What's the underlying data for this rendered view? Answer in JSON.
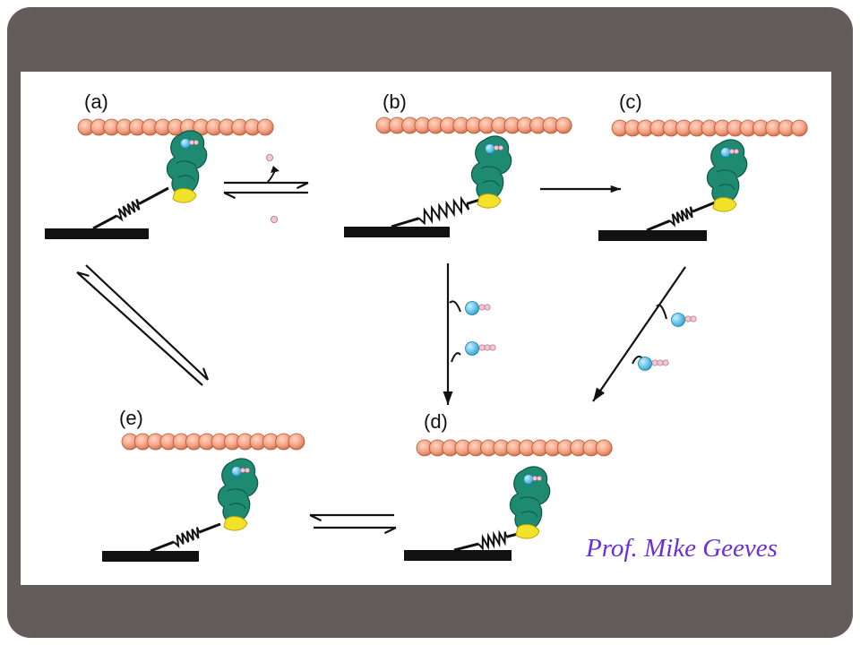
{
  "states": [
    {
      "id": "a",
      "label": "(a)"
    },
    {
      "id": "b",
      "label": "(b)"
    },
    {
      "id": "c",
      "label": "(c)"
    },
    {
      "id": "d",
      "label": "(d)"
    },
    {
      "id": "e",
      "label": "(e)"
    }
  ],
  "credit": "Prof. Mike Geeves",
  "colors": {
    "frame": "#625d5b",
    "actin": "#f2a080",
    "myosin_head": "#1f8a72",
    "lever_hinge": "#f4e22a",
    "nucleotide": "#3cc0ea",
    "phosphate": "#f3c6d4",
    "filament": "#111111",
    "credit_text": "#6a2fd6"
  },
  "icons": [
    "actin-filament-icon",
    "myosin-head-icon",
    "spring-icon",
    "atp-icon",
    "adp-icon",
    "phosphate-icon",
    "arrow-icon"
  ]
}
